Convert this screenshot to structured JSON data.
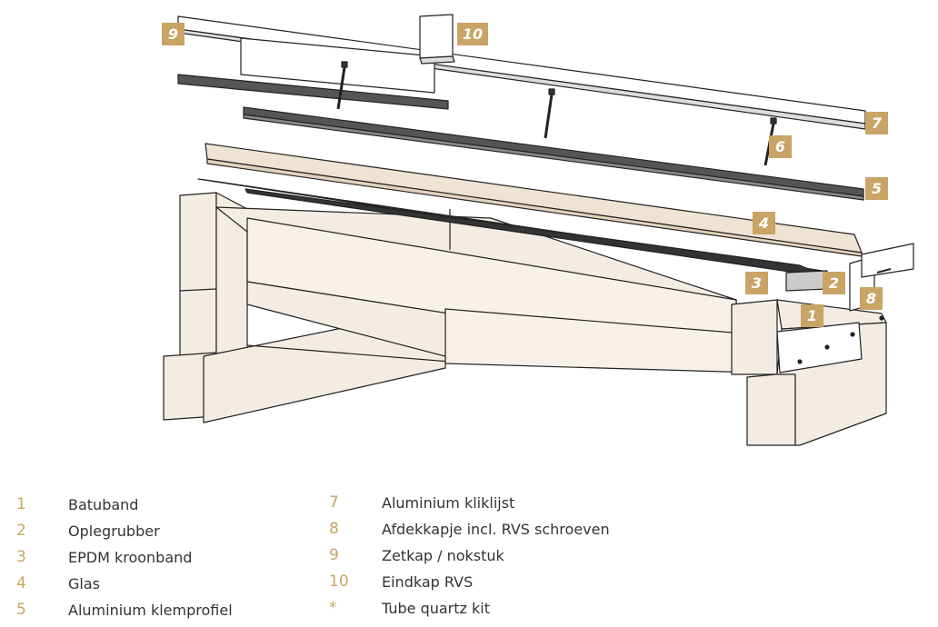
{
  "diagram": {
    "callouts": [
      {
        "id": "9",
        "label": "9"
      },
      {
        "id": "10",
        "label": "10"
      },
      {
        "id": "7",
        "label": "7"
      },
      {
        "id": "6",
        "label": "6"
      },
      {
        "id": "5",
        "label": "5"
      },
      {
        "id": "4",
        "label": "4"
      },
      {
        "id": "3",
        "label": "3"
      },
      {
        "id": "2",
        "label": "2"
      },
      {
        "id": "8",
        "label": "8"
      },
      {
        "id": "1",
        "label": "1"
      }
    ]
  },
  "legend": {
    "left": [
      {
        "num": "1",
        "text": "Batuband"
      },
      {
        "num": "2",
        "text": "Oplegrubber"
      },
      {
        "num": "3",
        "text": "EPDM kroonband"
      },
      {
        "num": "4",
        "text": "Glas"
      },
      {
        "num": "5",
        "text": "Aluminium klemprofiel"
      }
    ],
    "right": [
      {
        "num": "7",
        "text": "Aluminium kliklijst"
      },
      {
        "num": "8",
        "text": "Afdekkapje incl. RVS schroeven"
      },
      {
        "num": "9",
        "text": "Zetkap / nokstuk"
      },
      {
        "num": "10",
        "text": "Eindkap RVS"
      },
      {
        "num": "*",
        "text": "Tube quartz kit"
      }
    ]
  },
  "colors": {
    "accent": "#c9a465",
    "wood": "#f3ece3",
    "glass": "#efe3d3",
    "line": "#222222"
  }
}
